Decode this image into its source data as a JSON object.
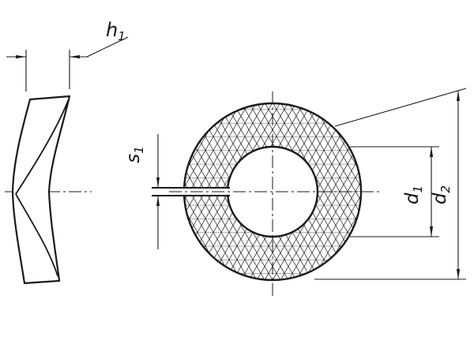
{
  "drawing": {
    "type": "technical-drawing-spring-lock-washer",
    "background_color": "#ffffff",
    "line_color": "#1a1a1a",
    "dimensions": {
      "h1": {
        "base": "h",
        "sub": "1"
      },
      "s1": {
        "base": "s",
        "sub": "1"
      },
      "d1": {
        "base": "d",
        "sub": "1"
      },
      "d2": {
        "base": "d",
        "sub": "2"
      }
    }
  }
}
